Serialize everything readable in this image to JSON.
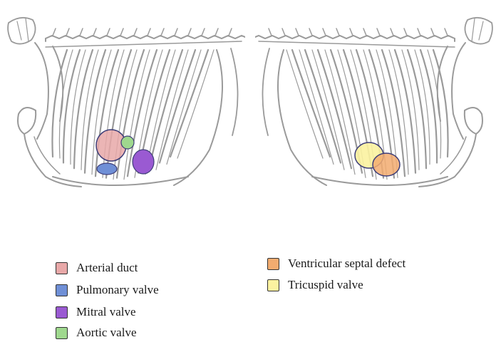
{
  "legend_left": [
    {
      "label": "Arterial duct",
      "color": "#e8a8a8"
    },
    {
      "label": "Pulmonary valve",
      "color": "#6f8fd6"
    },
    {
      "label": "Mitral valve",
      "color": "#9a5ad2"
    },
    {
      "label": "Aortic valve",
      "color": "#9fd88e"
    }
  ],
  "legend_right": [
    {
      "label": "Ventricular septal defect",
      "color": "#f2ac70"
    },
    {
      "label": "Tricuspid valve",
      "color": "#fbf2a0"
    }
  ],
  "colors": {
    "outline_dark": "#3e3e78",
    "bone_stroke": "#9a9a9a"
  },
  "icons": [
    "thorax-skeleton-left-lateral",
    "thorax-skeleton-right-lateral"
  ]
}
